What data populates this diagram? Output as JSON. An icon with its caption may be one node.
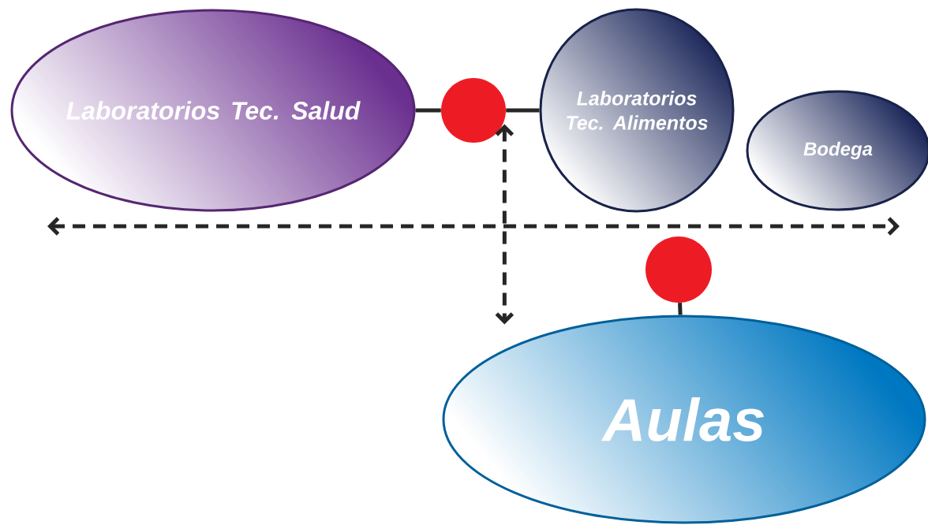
{
  "diagram": {
    "nodes": [
      {
        "text": [
          "Laboratorios Tec. Salud"
        ]
      },
      {
        "text": [],
        "shape": "circle"
      },
      {
        "text": [
          "Laboratorios Tec. Alimentos"
        ]
      },
      {
        "text": [
          "Bodega"
        ]
      },
      {
        "text": [],
        "shape": "circle"
      },
      {
        "text": [
          "Aulas"
        ]
      }
    ],
    "edges": [
      {
        "from": 0,
        "to": 1,
        "arrow": "none"
      },
      {
        "from": 1,
        "to": 2,
        "arrow": "none"
      },
      {
        "from": 4,
        "to": 5,
        "arrow": "none"
      },
      {
        "from": 1,
        "to": 5,
        "arrow": "both",
        "style": "dashed"
      }
    ]
  }
}
